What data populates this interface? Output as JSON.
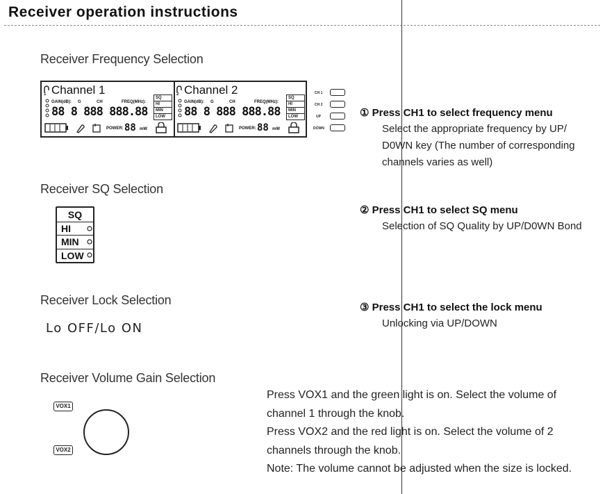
{
  "page": {
    "title": "Receiver operation instructions"
  },
  "frequency": {
    "heading": "Receiver Frequency Selection",
    "lcd": {
      "ch1_label": "Channel  1",
      "ch2_label": "Channel  2",
      "ch1_index": "1",
      "ch2_index": "2",
      "gain_label": "GAIN(dB):",
      "g_label": "G",
      "ch_label": "CH",
      "freq_label": "FREQ(MHz):",
      "digits": "88 8 888 888.88",
      "power_label": "POWER:",
      "power_value": "88",
      "power_unit": "mW",
      "sq_items": [
        "SQ",
        "HI",
        "MIN",
        "LOW"
      ]
    },
    "side_buttons": [
      "CH 1",
      "CH 2",
      "UP",
      "DOWN"
    ]
  },
  "step1": {
    "title": "① Press CH1 to select frequency menu",
    "lines": [
      "Select the appropriate frequency by UP/",
      "D0WN key (The number of corresponding",
      "channels varies as well)"
    ]
  },
  "sq": {
    "heading": "Receiver SQ Selection",
    "items": [
      "SQ",
      "HI",
      "MIN",
      "LOW"
    ]
  },
  "step2": {
    "title": "② Press CH1 to select SQ menu",
    "line": "Selection of SQ Quality by UP/D0WN Bond"
  },
  "lock": {
    "heading": "Receiver Lock Selection",
    "display": "Lo  OFF/Lo ON"
  },
  "step3": {
    "title": "③ Press CH1 to select the lock menu",
    "line": "Unlocking via UP/DOWN"
  },
  "volume": {
    "heading": "Receiver Volume Gain Selection",
    "vox1": "VOX1",
    "vox2": "VOX2",
    "lines": [
      "Press VOX1 and the green light is on. Select the volume of",
      "channel 1 through the knob.",
      "Press VOX2 and the red light is on. Select the volume of 2",
      "channels through the knob.",
      "Note: The volume cannot be adjusted when the size is locked."
    ]
  }
}
